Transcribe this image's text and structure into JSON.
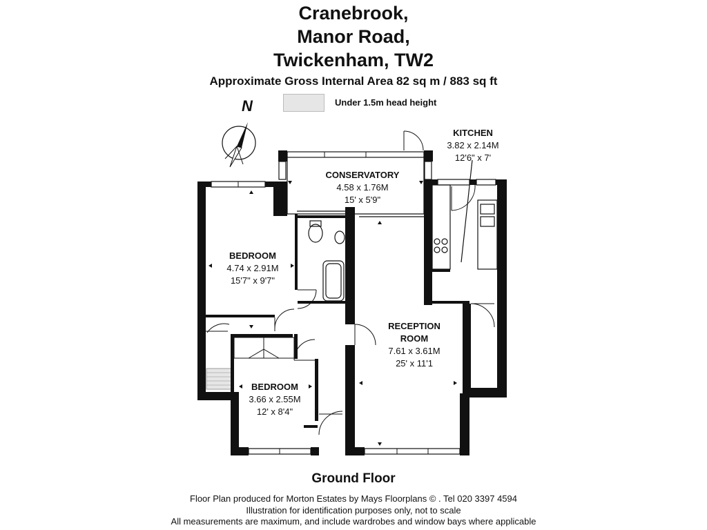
{
  "address": {
    "line1": "Cranebrook,",
    "line2": "Manor Road,",
    "line3": "Twickenham, TW2"
  },
  "area": "Approximate Gross Internal Area 82 sq m  /  883 sq ft",
  "legend": {
    "label": "Under 1.5m head height",
    "swatch_color": "#e6e6e6"
  },
  "compass": {
    "label": "N"
  },
  "rooms": {
    "kitchen": {
      "name": "KITCHEN",
      "metric": "3.82 x 2.14M",
      "imperial": "12'6\" x 7'"
    },
    "conservatory": {
      "name": "CONSERVATORY",
      "metric": "4.58 x 1.76M",
      "imperial": "15' x 5'9\""
    },
    "bedroom1": {
      "name": "BEDROOM",
      "metric": "4.74 x 2.91M",
      "imperial": "15'7\" x 9'7\""
    },
    "reception": {
      "name": "RECEPTION",
      "name2": "ROOM",
      "metric": "7.61 x 3.61M",
      "imperial": "25' x 11'1"
    },
    "bedroom2": {
      "name": "BEDROOM",
      "metric": "3.66 x 2.55M",
      "imperial": "12' x 8'4\""
    }
  },
  "floor_label": "Ground Floor",
  "footer": {
    "line1": "Floor Plan produced for Morton Estates by Mays Floorplans  © . Tel 020 3397 4594",
    "line2": "Illustration for identification purposes only, not to scale",
    "line3": "All measurements are maximum, and include wardrobes and window bays where applicable"
  },
  "colors": {
    "wall": "#111111",
    "low_headroom": "#e6e6e6"
  }
}
